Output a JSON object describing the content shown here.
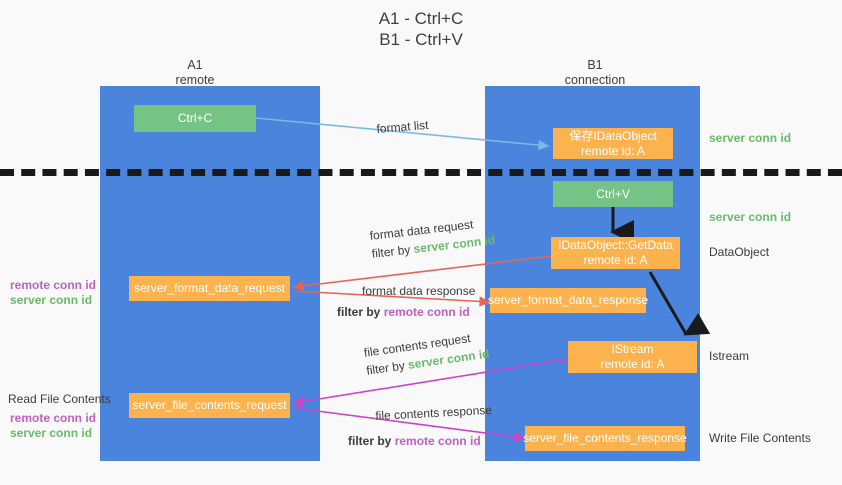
{
  "title": {
    "line1": "A1 - Ctrl+C",
    "line2": "B1 - Ctrl+V"
  },
  "columns": [
    {
      "name": "A1",
      "sub": "remote"
    },
    {
      "name": "B1",
      "sub": "connection"
    }
  ],
  "colors": {
    "lane": "#4a84dd",
    "green_box": "#75c485",
    "orange_box": "#fcb34e",
    "server_conn": "#6aba6a",
    "remote_conn": "#c061c0",
    "arrow_blue": "#7ab8e8",
    "arrow_red": "#e8635a",
    "arrow_magenta": "#cc44cc",
    "arrow_black": "#1a1a1a",
    "background": "#f9f9f9"
  },
  "boxes": {
    "ctrl_c": {
      "line1": "Ctrl+C"
    },
    "save_idataobject": {
      "line1": "保存IDataObject",
      "line2": "remote id: A"
    },
    "ctrl_v": {
      "line1": "Ctrl+V"
    },
    "getdata": {
      "line1": "IDataObject::GetData",
      "line2": "remote id: A"
    },
    "istream": {
      "line1": "IStream",
      "line2": "remote id: A"
    },
    "server_format_data_request": {
      "line1": "server_format_data_request"
    },
    "server_format_data_response": {
      "line1": "server_format_data_response"
    },
    "server_file_contents_request": {
      "line1": "server_file_contents_request"
    },
    "server_file_contents_response": {
      "line1": "server_file_contents_response"
    }
  },
  "right_labels": {
    "server_conn_id_top": "server conn id",
    "server_conn_id_mid": "server conn id",
    "dataobject": "DataObject",
    "istream": "Istream",
    "write_file_contents": "Write File Contents"
  },
  "left_labels": {
    "remote_conn_id_1": "remote conn id",
    "server_conn_id_1": "server conn id",
    "read_file_contents": "Read File Contents",
    "remote_conn_id_2": "remote conn id",
    "server_conn_id_2": "server conn id"
  },
  "edge_labels": {
    "format_list": "format list",
    "format_data_request": "format data request",
    "format_data_request_filter_prefix": "filter by ",
    "format_data_request_filter_key": "server conn id",
    "format_data_response": "format data response",
    "format_data_response_filter_prefix": "filter by ",
    "format_data_response_filter_key": "remote conn id",
    "file_contents_request": "file contents request",
    "file_contents_request_filter_prefix": "filter by ",
    "file_contents_request_filter_key": "server conn id",
    "file_contents_response": "file contents response",
    "file_contents_response_filter_prefix": "filter by ",
    "file_contents_response_filter_key": "remote conn id"
  }
}
